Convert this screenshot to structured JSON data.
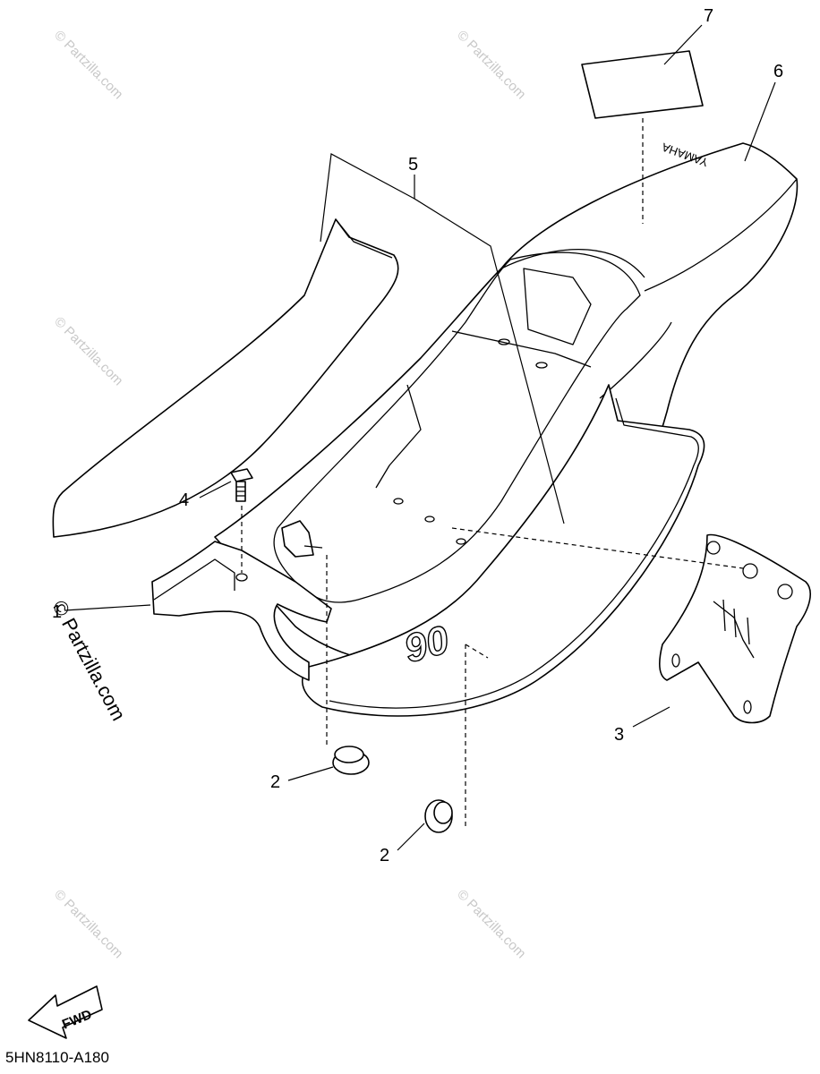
{
  "callouts": {
    "c1": "1",
    "c2a": "2",
    "c2b": "2",
    "c3": "3",
    "c4": "4",
    "c5": "5",
    "c6": "6",
    "c7": "7"
  },
  "decals": {
    "brand": "YAMAHA",
    "model": "90"
  },
  "fwd_arrow": {
    "label": "FWD"
  },
  "watermarks": {
    "text": "© Partzilla.com",
    "left_text": "© Partzilla.com"
  },
  "diagram_code": "5HN8110-A180"
}
